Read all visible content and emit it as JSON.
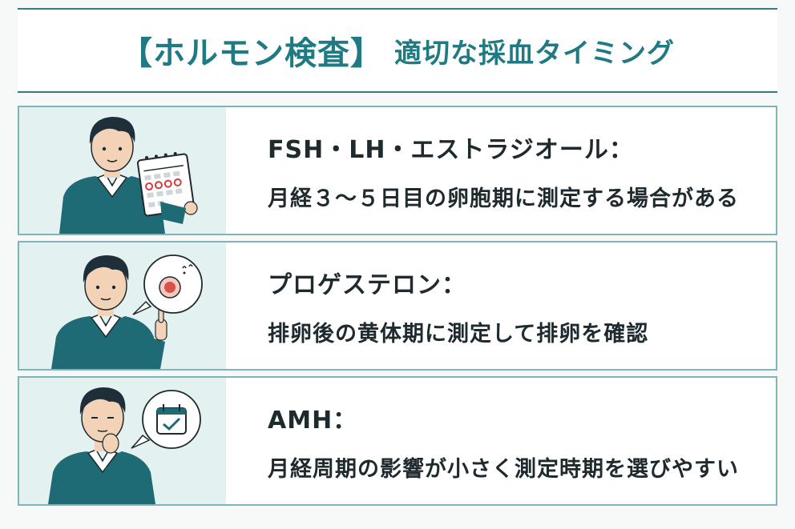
{
  "header": {
    "title_main": "【ホルモン検査】",
    "title_sub": "適切な採血タイミング"
  },
  "items": [
    {
      "label": "FSH・LH・エストラジオール：",
      "description": "月経３〜５日目の卵胞期に測定する場合がある",
      "icon": "calendar-icon"
    },
    {
      "label": "プロゲステロン：",
      "description": "排卵後の黄体期に測定して排卵を確認",
      "icon": "ovum-icon"
    },
    {
      "label": "AMH：",
      "description": "月経周期の影響が小さく測定時期を選びやすい",
      "icon": "calendar-check-icon"
    }
  ],
  "colors": {
    "accent": "#1f7a83",
    "border": "#7fb4b9",
    "panel_bg": "#e4f1f1",
    "sweater": "#1f6b75",
    "hair": "#1f2f3a"
  }
}
